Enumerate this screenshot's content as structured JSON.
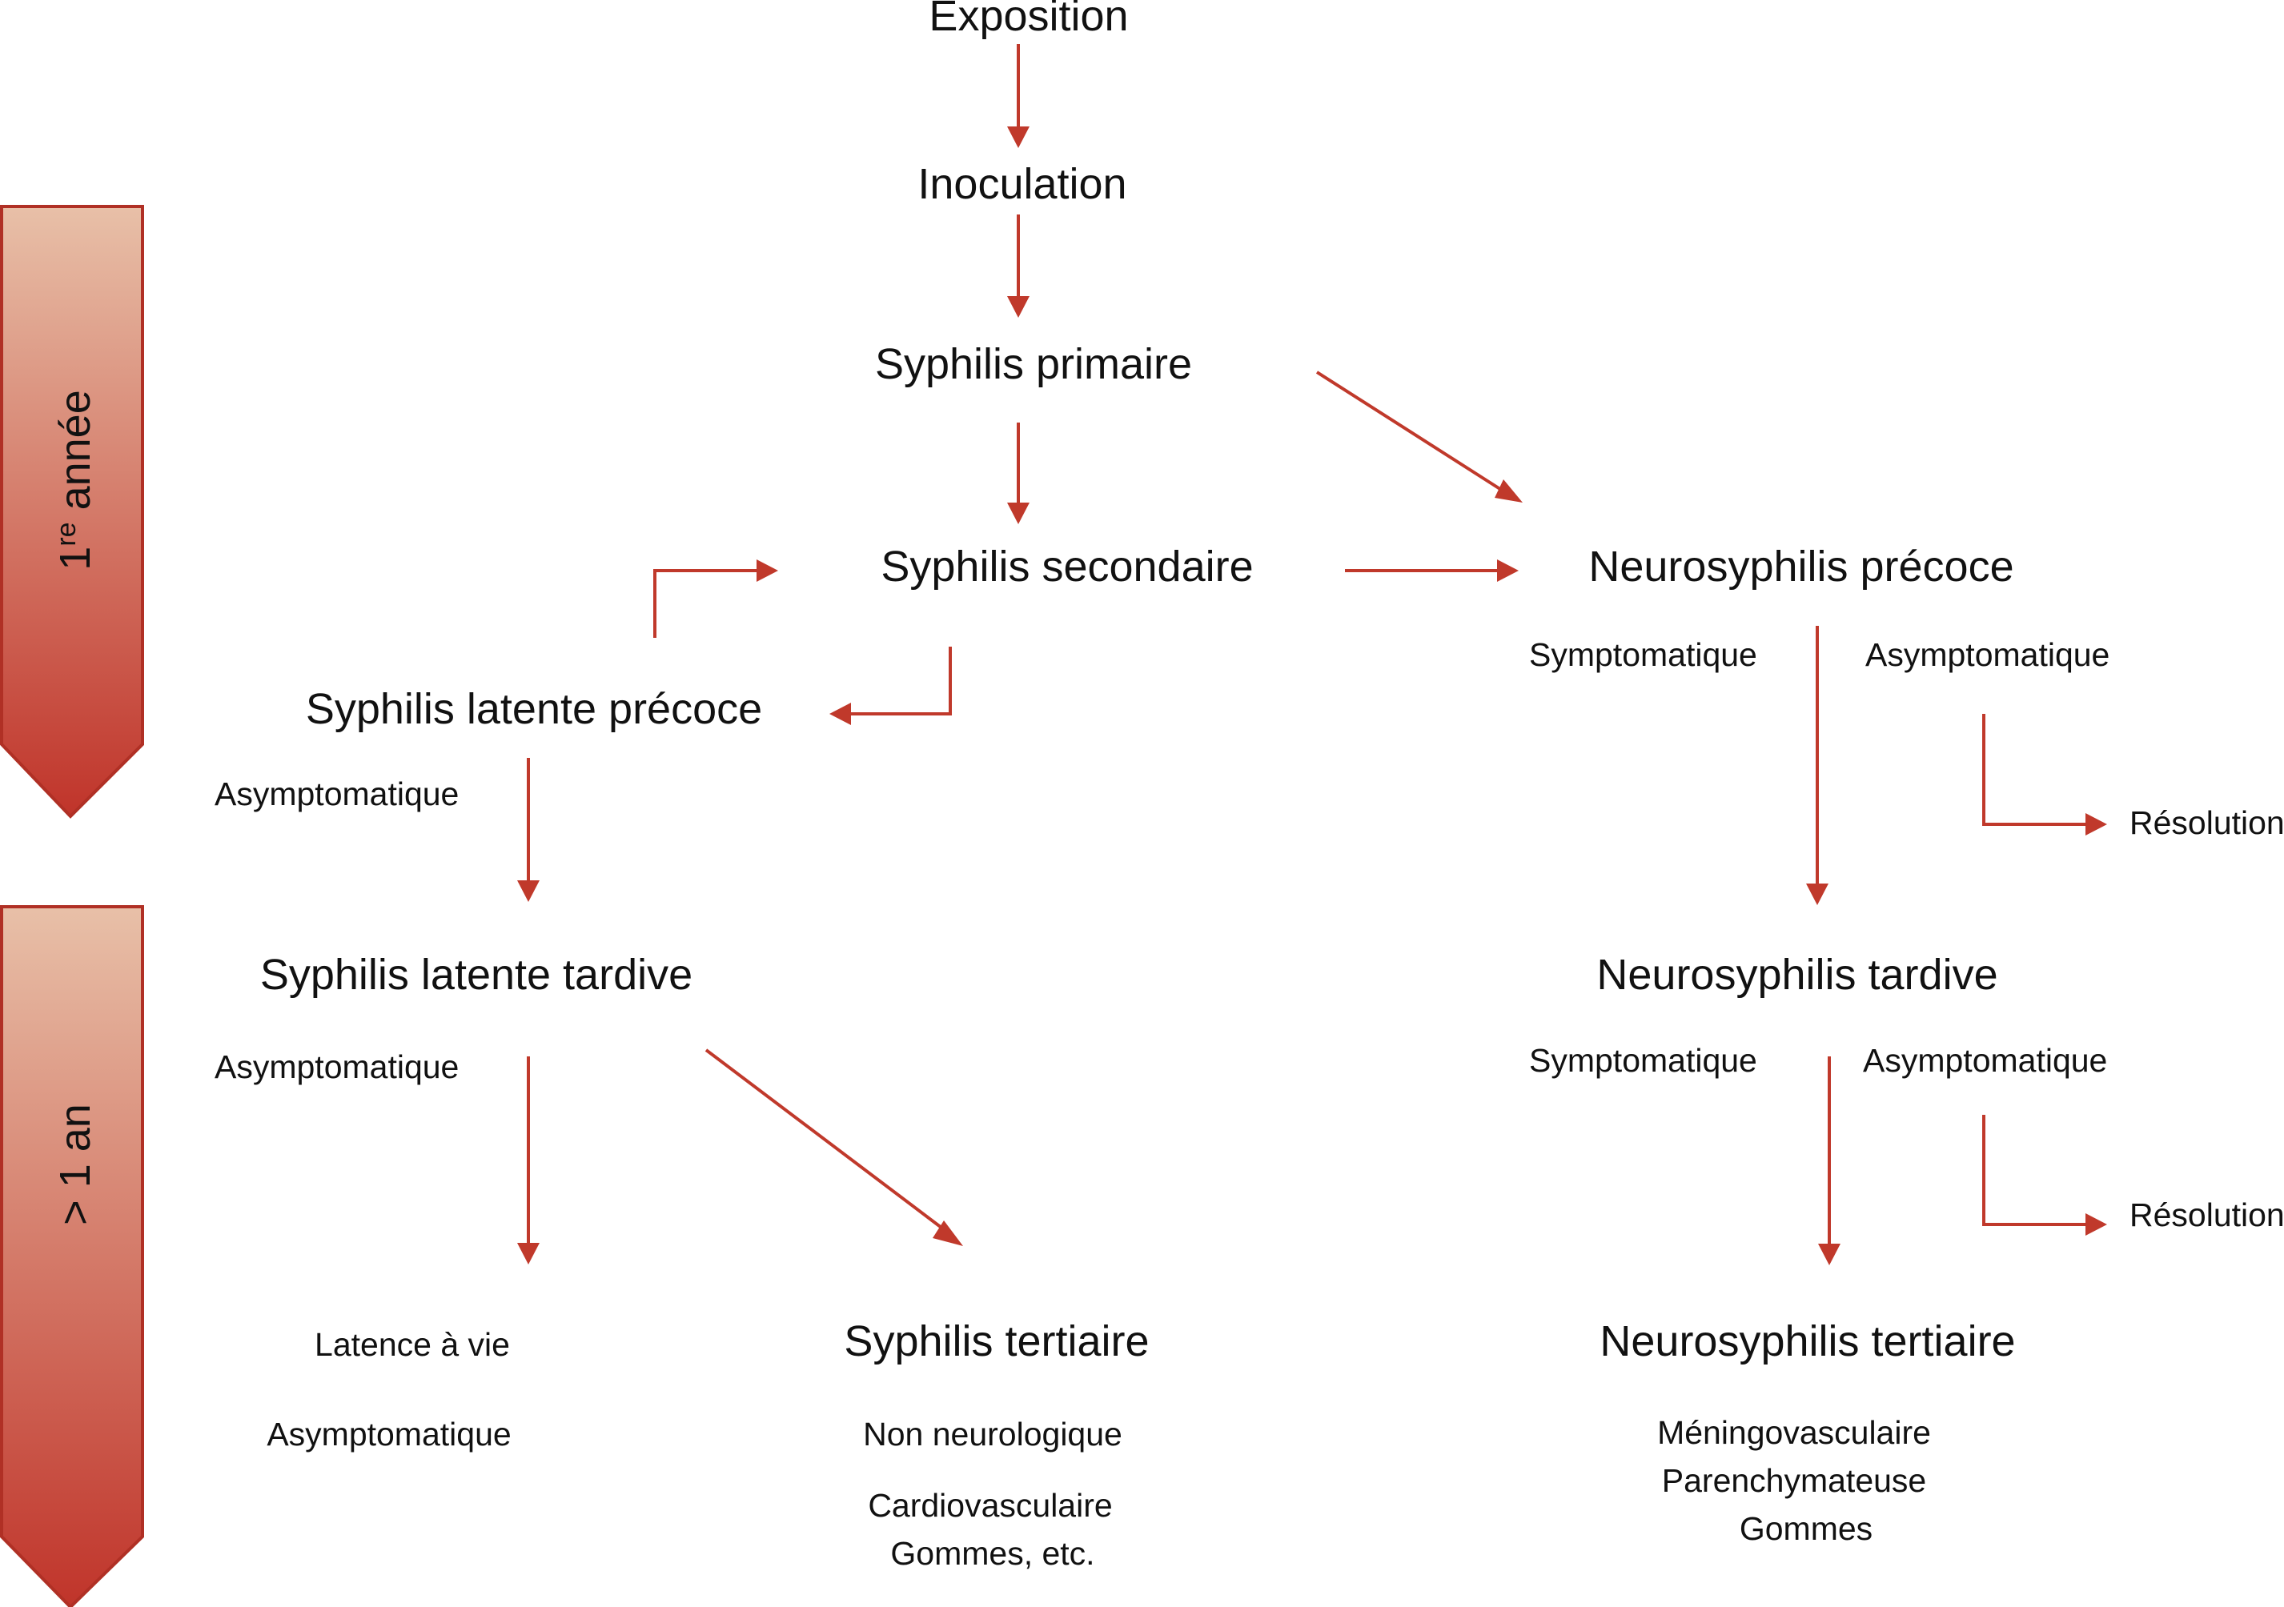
{
  "colors": {
    "arrow": "#c0392b",
    "band_top": "#e8c0a8",
    "band_bottom": "#c0342a"
  },
  "timeline": {
    "band1_label": "1",
    "band1_sup": "re",
    "band1_rest": " année",
    "band2_label": "> 1 an"
  },
  "nodes": {
    "exposition": "Exposition",
    "inoculation": "Inoculation",
    "primaire": "Syphilis primaire",
    "secondaire": "Syphilis secondaire",
    "latente_precoce": "Syphilis latente précoce",
    "latente_precoce_sub": "Asymptomatique",
    "latente_tardive": "Syphilis latente tardive",
    "latente_tardive_sub": "Asymptomatique",
    "latence_vie": "Latence à vie",
    "latence_vie_sub": "Asymptomatique",
    "tertiaire": "Syphilis tertiaire",
    "tertiaire_sub1": "Non neurologique",
    "tertiaire_sub2": "Cardiovasculaire",
    "tertiaire_sub3": "Gommes, etc.",
    "neuro_precoce": "Neurosyphilis précoce",
    "neuro_precoce_sym": "Symptomatique",
    "neuro_precoce_asym": "Asymptomatique",
    "resolution1": "Résolution",
    "neuro_tardive": "Neurosyphilis tardive",
    "neuro_tardive_sym": "Symptomatique",
    "neuro_tardive_asym": "Asymptomatique",
    "resolution2": "Résolution",
    "neuro_tertiaire": "Neurosyphilis tertiaire",
    "neuro_tertiaire_sub1": "Méningovasculaire",
    "neuro_tertiaire_sub2": "Parenchymateuse",
    "neuro_tertiaire_sub3": "Gommes"
  }
}
